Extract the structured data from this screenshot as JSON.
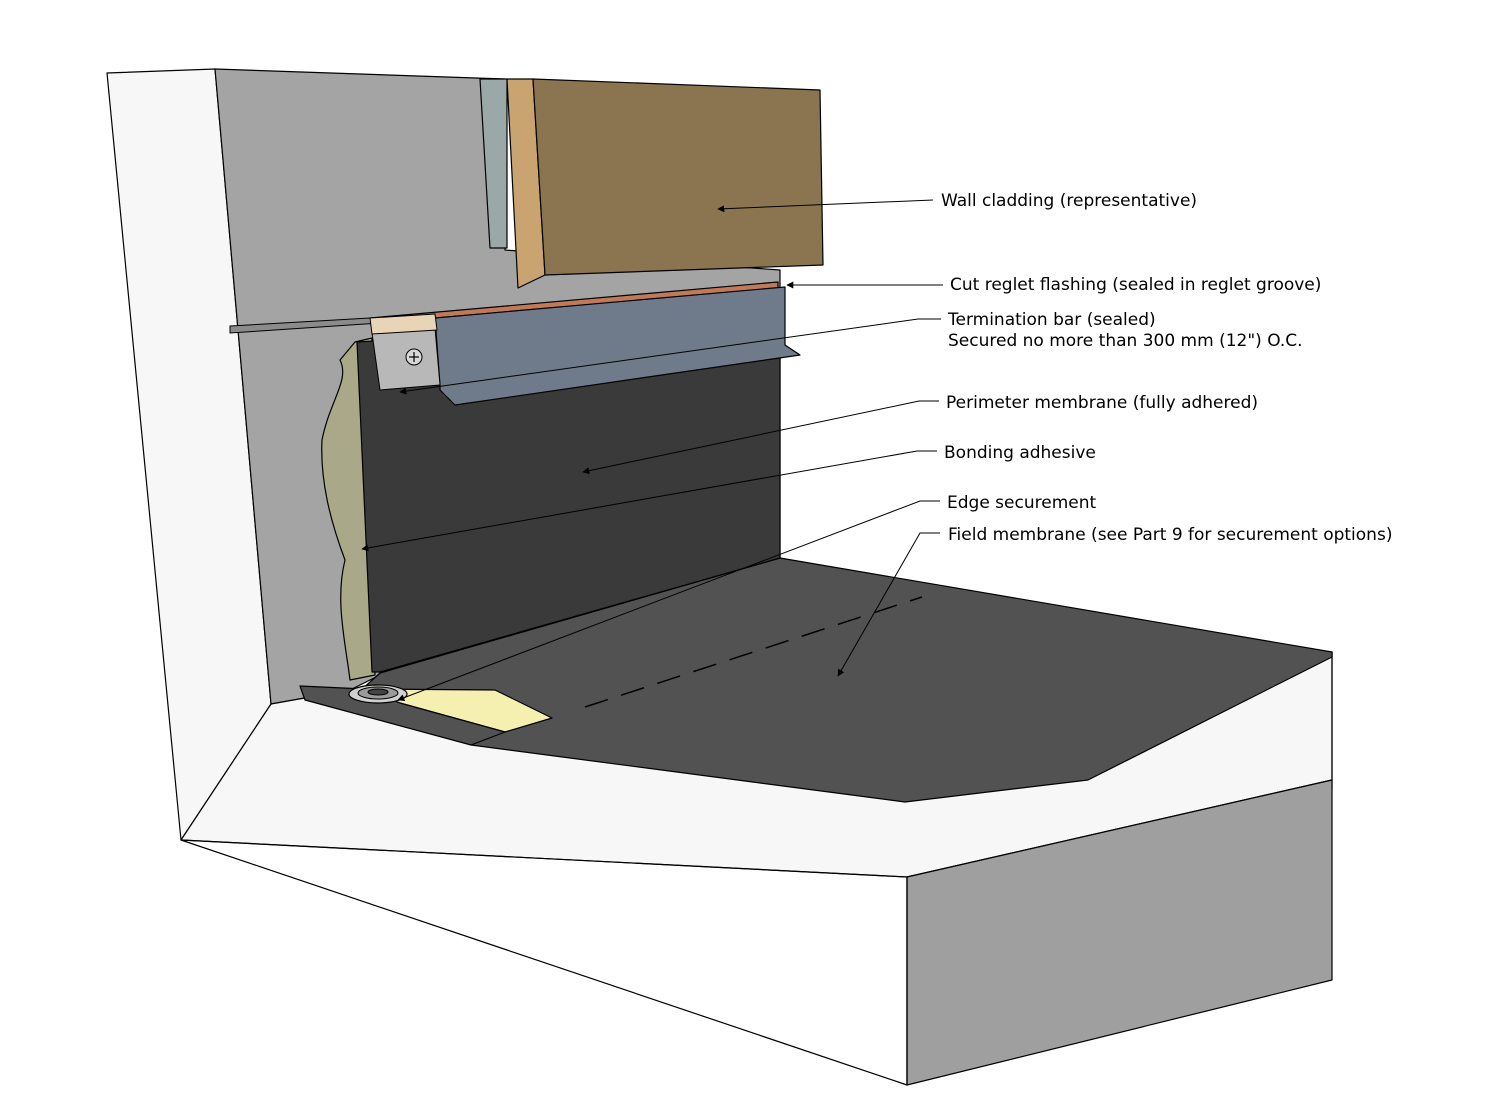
{
  "colors": {
    "block_front": "#9f9f9f",
    "block_top": "#f7f7f7",
    "wall_face": "#a4a4a4",
    "field_membrane": "#525252",
    "perimeter_membrane": "#3a3a3a",
    "adhesive": "#a9a98a",
    "cladding": "#8a7550",
    "cladding_edge": "#c9a470",
    "reglet_flashing": "#c07a5a",
    "termination_bar": "#6f7b8a",
    "edge_strip": "#f6f0b0",
    "sheathing": "#9aa9a8"
  },
  "labels": {
    "cladding": "Wall cladding (representative)",
    "reglet": "Cut reglet flashing (sealed in reglet groove)",
    "termination_bar_line1": "Termination bar (sealed)",
    "termination_bar_line2": "Secured no more than 300 mm (12\") O.C.",
    "perimeter": "Perimeter membrane (fully adhered)",
    "adhesive": "Bonding adhesive",
    "edge": "Edge securement",
    "field": "Field membrane (see Part 9 for securement options)"
  }
}
